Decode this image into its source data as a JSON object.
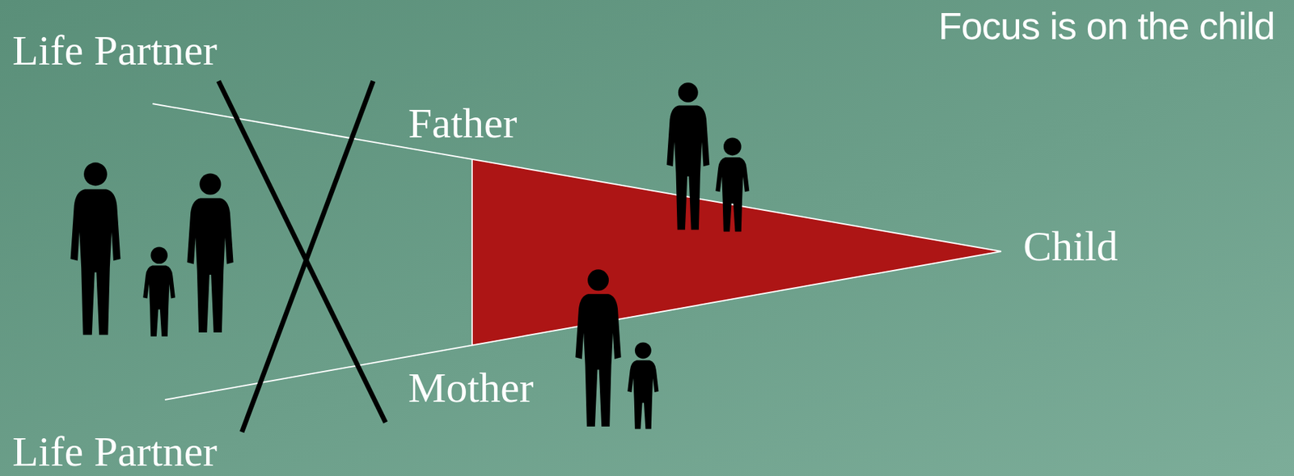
{
  "diagram": {
    "title": "Focus is on the child",
    "labels": [
      "Life Partner",
      "Father",
      "Child",
      "Mother",
      "Life Partner"
    ]
  }
}
